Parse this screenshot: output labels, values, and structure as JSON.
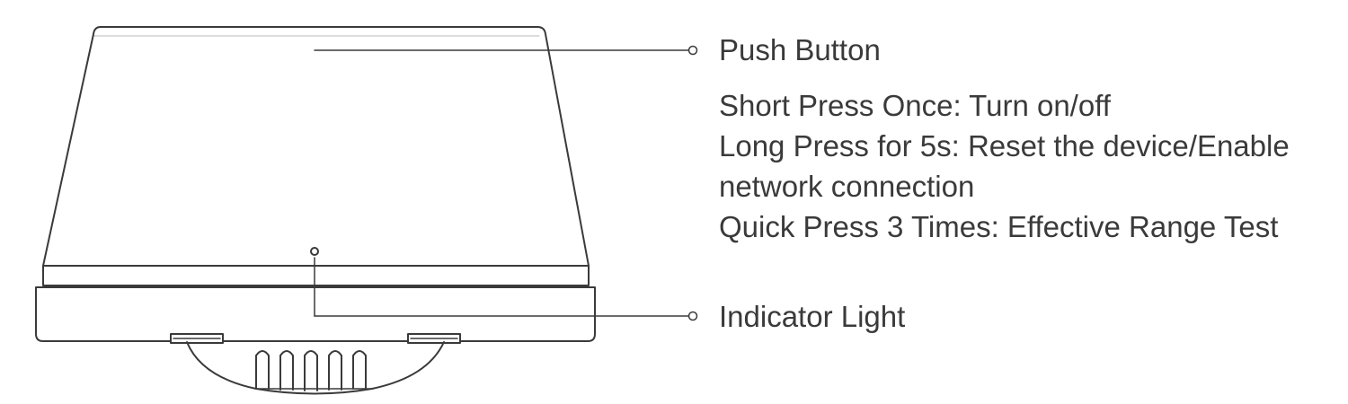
{
  "callouts": {
    "push_button": {
      "title": "Push Button",
      "lines": [
        "Short Press Once: Turn on/off",
        "Long Press for 5s: Reset the device/Enable",
        "network connection",
        "Quick Press 3 Times: Effective Range Test"
      ]
    },
    "indicator_light": {
      "title": "Indicator Light"
    }
  },
  "colors": {
    "stroke": "#3a3a3a",
    "text": "#3a3a3a",
    "background": "#ffffff"
  }
}
